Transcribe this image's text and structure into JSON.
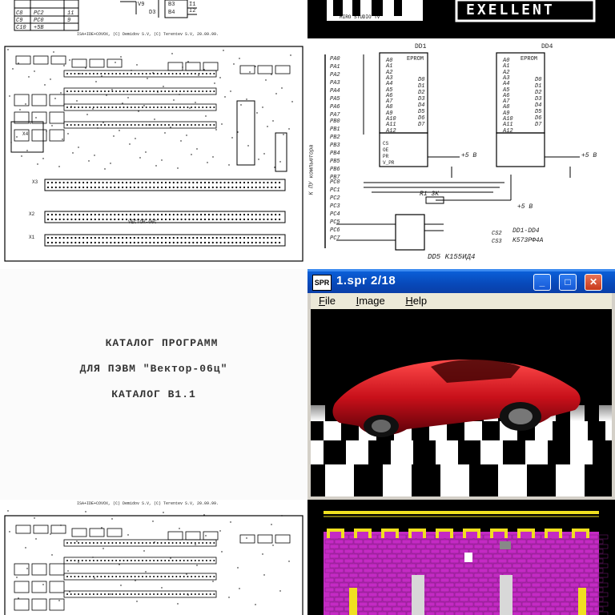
{
  "top_left": {
    "table_rows": [
      {
        "c1": "C8",
        "c2": "PC2",
        "c3": "11"
      },
      {
        "c1": "C9",
        "c2": "PC0",
        "c3": "9"
      },
      {
        "c1": "C10",
        "c2": "+5B",
        "c3": ""
      }
    ],
    "chip_labels": [
      "D3",
      "B3",
      "B4",
      "I1",
      "I2",
      "V9"
    ]
  },
  "top_right": {
    "banner_text": "EXELLENT",
    "small_text": "MIRO STUDIO TV"
  },
  "pcb": {
    "caption": "ISA+IDE+COVOX, (C) Demidov S.V, (C) Terentev S.V, 20.09.99.",
    "board_label": "VECTOR-06C",
    "connector_labels": [
      "X1",
      "X2",
      "X3",
      "X4"
    ]
  },
  "schematic": {
    "chip1": "DD1",
    "chip2": "DD4",
    "chip_type": "EPROM",
    "decoder": "DD5  K155ИД4",
    "rom_note_1": "DD1-DD4",
    "rom_note_2": "K573РФ4А",
    "resistor": "R1  3K",
    "power_1": "+5 B",
    "power_2": "+5 B",
    "power_3": "+5 B",
    "vertical_label": "К ПУ компьютора",
    "pa_pins": [
      "PA0",
      "PA1",
      "PA2",
      "PA3",
      "PA4",
      "PA5",
      "PA6",
      "PA7"
    ],
    "pb_pins": [
      "PB0",
      "PB1",
      "PB2",
      "PB3",
      "PB4",
      "PB5",
      "PB6",
      "PB7"
    ],
    "pc_pins": [
      "PC0",
      "PC1",
      "PC2",
      "PC3",
      "PC4",
      "PC5",
      "PC6",
      "PC7"
    ],
    "addr_pins": [
      "A0",
      "A1",
      "A2",
      "A3",
      "A4",
      "A5",
      "A6",
      "A7",
      "A8",
      "A9",
      "A10",
      "A11",
      "A12"
    ],
    "data_pins": [
      "D0",
      "D1",
      "D2",
      "D3",
      "D4",
      "D5",
      "D6",
      "D7"
    ],
    "cs_labels": [
      "CS",
      "OE",
      "PR",
      "V_PR"
    ],
    "cs_outputs": [
      "CS2",
      "CS3"
    ]
  },
  "document": {
    "line1": "КАТАЛОГ ПРОГРАММ",
    "line2": "ДЛЯ ПЭВМ \"Вектор-06ц\"",
    "line3": "КАТАЛОГ  В1.1"
  },
  "window": {
    "app_icon": "SPR",
    "title": "1.spr   2/18",
    "menu": [
      "File",
      "Image",
      "Help"
    ],
    "minimize": "_",
    "maximize": "□",
    "close": "✕",
    "image_subject": "red sports car on checkerboard floor"
  },
  "colors": {
    "title_blue": "#0a5fd8",
    "close_red": "#d9481f",
    "game_magenta": "#c42ac4",
    "game_yellow": "#f0e020",
    "car_red": "#c8101a"
  }
}
